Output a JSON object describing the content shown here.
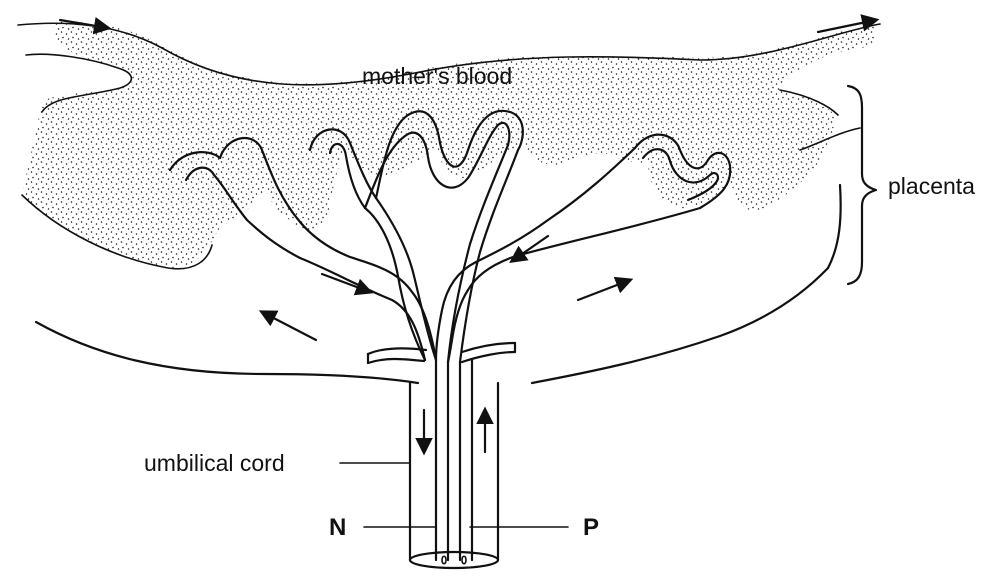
{
  "diagram": {
    "labels": {
      "mothers_blood": "mother's blood",
      "placenta": "placenta",
      "umbilical_cord": "umbilical cord",
      "N": "N",
      "P": "P"
    }
  }
}
